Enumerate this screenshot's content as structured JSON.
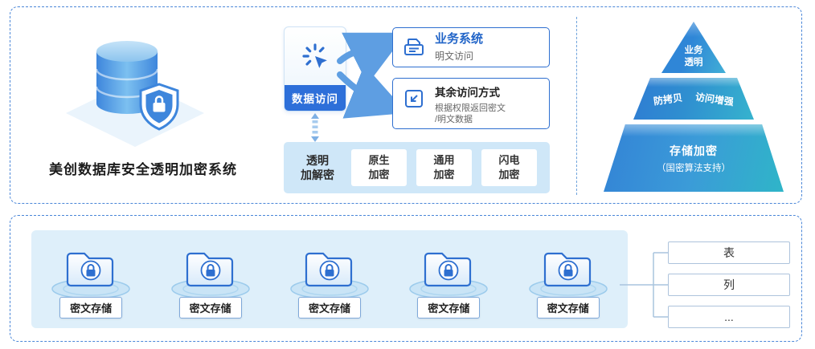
{
  "colors": {
    "accent": "#2e6fd0",
    "panel_border": "#4a86d8",
    "light_blue_bg": "#cfe7f8",
    "pyramid_teal": "#2fb5c8"
  },
  "icons": {
    "product": "database-shield-icon",
    "data_access": "click-cursor-icon",
    "business_system": "document-system-icon",
    "other_access": "import-arrow-icon",
    "storage": "folder-lock-icon"
  },
  "product": {
    "title": "美创数据库安全透明加密系统"
  },
  "flow": {
    "data_access_label": "数据访问",
    "business_system": {
      "title": "业务系统",
      "subtitle": "明文访问"
    },
    "other_access": {
      "title": "其余访问方式",
      "subtitle": "根据权限返回密文\n/明文数据"
    },
    "transparent_label": "透明\n加解密",
    "encrypt_modes": [
      "原生\n加密",
      "通用\n加密",
      "闪电\n加密"
    ]
  },
  "pyramid": {
    "top": "业务\n透明",
    "mid_left": "防拷贝",
    "mid_right": "访问增强",
    "bottom_title": "存储加密",
    "bottom_subtitle": "（国密算法支持）"
  },
  "storage": {
    "labels": [
      "密文存储",
      "密文存储",
      "密文存储",
      "密文存储",
      "密文存储"
    ],
    "targets": [
      "表",
      "列",
      "..."
    ]
  }
}
